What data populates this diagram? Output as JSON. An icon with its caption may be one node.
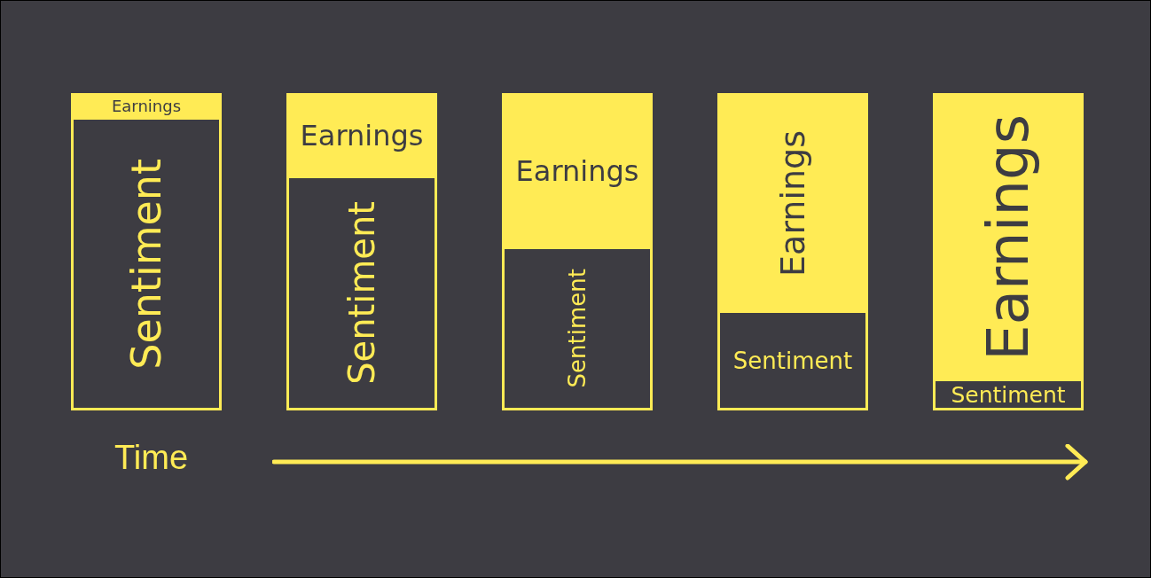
{
  "diagram": {
    "nodes": [
      {
        "text": [],
        "shape": "box"
      },
      {
        "text": [
          "Earnings"
        ],
        "in": 0
      },
      {
        "text": [
          "Sentiment"
        ],
        "in": 0
      },
      {
        "text": [],
        "shape": "box"
      },
      {
        "text": [
          "Earnings"
        ],
        "in": 3
      },
      {
        "text": [
          "Sentiment"
        ],
        "in": 3
      },
      {
        "text": [],
        "shape": "box"
      },
      {
        "text": [
          "Earnings"
        ],
        "in": 6
      },
      {
        "text": [
          "Sentiment"
        ],
        "in": 6
      },
      {
        "text": [],
        "shape": "box"
      },
      {
        "text": [
          "Earnings"
        ],
        "in": 9
      },
      {
        "text": [
          "Sentiment"
        ],
        "in": 9
      },
      {
        "text": [],
        "shape": "box"
      },
      {
        "text": [
          "Earnings"
        ],
        "in": 12
      },
      {
        "text": [
          "Sentiment"
        ],
        "in": 12
      }
    ],
    "labels": [
      "Time"
    ]
  }
}
